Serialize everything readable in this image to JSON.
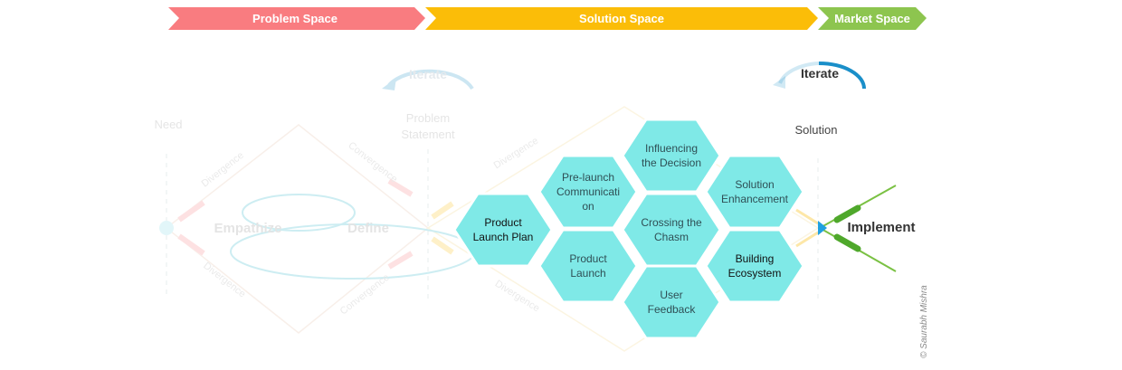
{
  "phases": {
    "problem": "Problem Space",
    "solution": "Solution Space",
    "market": "Market Space"
  },
  "faded": {
    "iterate_left": "Iterate",
    "need": "Need",
    "problem_statement_1": "Problem",
    "problem_statement_2": "Statement",
    "divergence": "Divergence",
    "convergence": "Convergence",
    "empathize": "Empathize",
    "define": "Define"
  },
  "iterate_right": "Iterate",
  "solution_label": "Solution",
  "implement": "Implement",
  "credit": "© Saurabh Mishra",
  "hexagons": {
    "influencing": [
      "Influencing",
      "the Decision"
    ],
    "prelaunch": [
      "Pre-launch",
      "Communicati",
      "on"
    ],
    "solution_enh": [
      "Solution",
      "Enhancement"
    ],
    "launch_plan": [
      "Product",
      "Launch Plan"
    ],
    "chasm": [
      "Crossing the",
      "Chasm"
    ],
    "product_launch": [
      "Product",
      "Launch"
    ],
    "ecosystem": [
      "Building",
      "Ecosystem"
    ],
    "feedback": [
      "User",
      "Feedback"
    ]
  },
  "colors": {
    "problem": "#f97c80",
    "solution": "#fbbd08",
    "market": "#8dc54f",
    "hex_fill": "#7fe9e7",
    "hex_stroke": "#ffffff",
    "iterate_arc": "#1a8fc9",
    "implement_arrow": "#7ac143"
  }
}
